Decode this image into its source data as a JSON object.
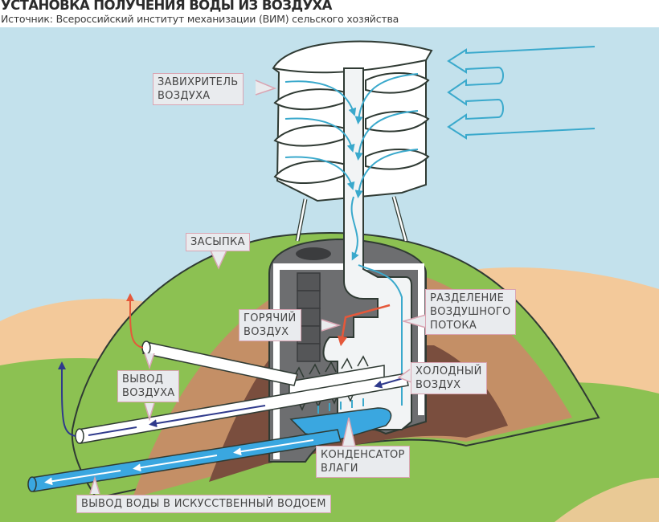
{
  "header": {
    "title": "УСТАНОВКА ПОЛУЧЕНИЯ ВОДЫ ИЗ ВОЗДУХА",
    "source": "Источник: Всероссийский институт механизации (ВИМ) сельского хозяйства"
  },
  "labels": {
    "swirler": [
      "ЗАВИХРИТЕЛЬ",
      "ВОЗДУХА"
    ],
    "backfill": [
      "ЗАСЫПКА"
    ],
    "flow_split": [
      "РАЗДЕЛЕНИЕ",
      "ВОЗДУШНОГО",
      "ПОТОКА"
    ],
    "hot_air": [
      "ГОРЯЧИЙ",
      "ВОЗДУХ"
    ],
    "cold_air": [
      "ХОЛОДНЫЙ",
      "ВОЗДУХ"
    ],
    "air_outlet": [
      "ВЫВОД",
      "ВОЗДУХА"
    ],
    "condenser": [
      "КОНДЕНСАТОР",
      "ВЛАГИ"
    ],
    "water_outlet": [
      "ВЫВОД  ВОДЫ В ИСКУССТВЕННЫЙ ВОДОЕМ"
    ]
  },
  "colors": {
    "sky": "#c3e1ec",
    "sand": "#f3c99a",
    "grass": "#8cc152",
    "soil_light": "#c48f66",
    "soil_dark": "#7a4e3e",
    "bunker": "#6d6e70",
    "bunker_dark": "#4a4b4d",
    "outline": "#2f3a33",
    "air_arrow": "#3aa9cc",
    "hot_arrow": "#e5583a",
    "cold_arrow": "#2f3a8c",
    "water": "#3aa7e0",
    "callout_border": "#d9a5b3"
  }
}
